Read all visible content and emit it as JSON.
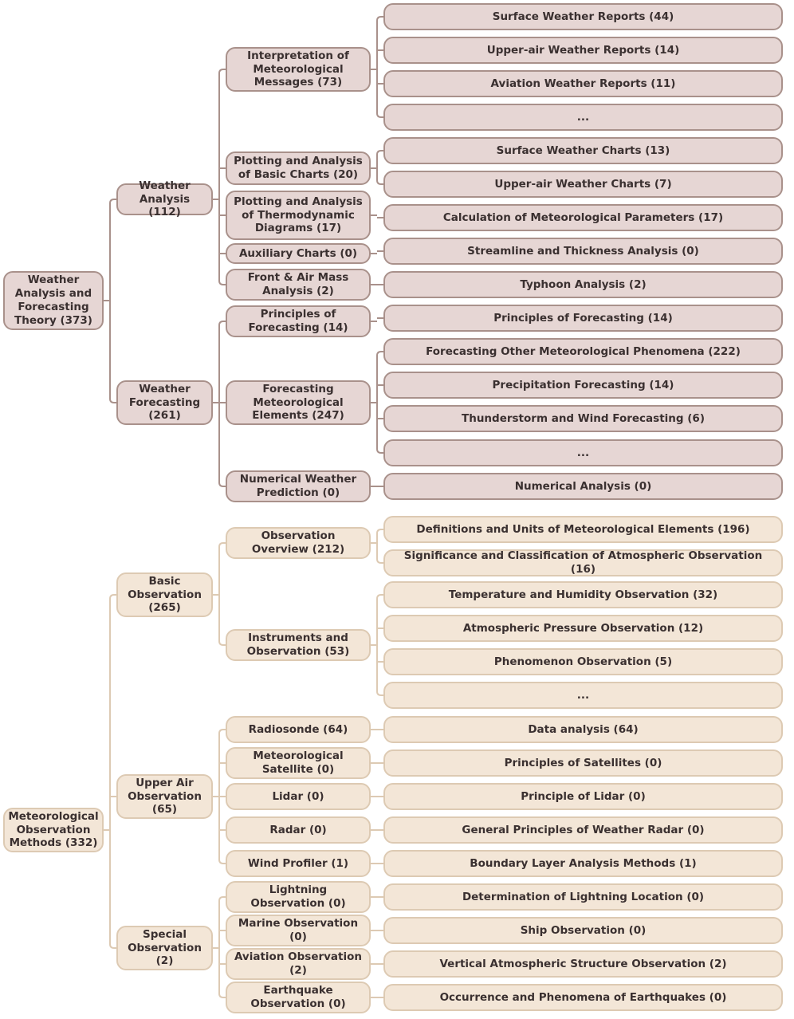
{
  "colors": {
    "analysis_fill": "#e6d6d4",
    "analysis_border": "#a9918b",
    "analysis_line": "#a9918b",
    "observation_fill": "#f3e6d7",
    "observation_border": "#ddcab3",
    "observation_line": "#ddcab3"
  },
  "labels": {
    "r1": "Weather Analysis and Forecasting Theory (373)",
    "r1c1": "Weather Analysis (112)",
    "r1c1a": "Interpretation of Meteorological Messages (73)",
    "r1c1a1": "Surface Weather Reports (44)",
    "r1c1a2": "Upper-air Weather Reports (14)",
    "r1c1a3": "Aviation Weather Reports (11)",
    "r1c1a4": "...",
    "r1c1b": "Plotting and Analysis of Basic Charts (20)",
    "r1c1b1": "Surface Weather Charts (13)",
    "r1c1b2": "Upper-air Weather Charts (7)",
    "r1c1c": "Plotting and Analysis of Thermodynamic Diagrams (17)",
    "r1c1c1": "Calculation of Meteorological Parameters (17)",
    "r1c1d": "Auxiliary Charts (0)",
    "r1c1d1": "Streamline and Thickness Analysis (0)",
    "r1c1e": "Front & Air Mass Analysis (2)",
    "r1c1e1": "Typhoon Analysis (2)",
    "r1c2": "Weather Forecasting (261)",
    "r1c2a": "Principles of Forecasting (14)",
    "r1c2a1": "Principles of Forecasting (14)",
    "r1c2b": "Forecasting Meteorological Elements (247)",
    "r1c2b1": "Forecasting Other Meteorological Phenomena (222)",
    "r1c2b2": "Precipitation Forecasting (14)",
    "r1c2b3": "Thunderstorm and Wind Forecasting (6)",
    "r1c2b4": "...",
    "r1c2c": "Numerical Weather Prediction (0)",
    "r1c2c1": "Numerical Analysis (0)",
    "r2": "Meteorological Observation Methods (332)",
    "r2c1": "Basic Observation (265)",
    "r2c1a": "Observation Overview (212)",
    "r2c1a1": "Definitions and Units of Meteorological Elements (196)",
    "r2c1a2": "Significance and Classification of Atmospheric Observation (16)",
    "r2c1b": "Instruments and Observation (53)",
    "r2c1b1": "Temperature and Humidity Observation (32)",
    "r2c1b2": "Atmospheric Pressure Observation (12)",
    "r2c1b3": "Phenomenon Observation (5)",
    "r2c1b4": "...",
    "r2c2": "Upper Air Observation (65)",
    "r2c2a": "Radiosonde (64)",
    "r2c2a1": "Data analysis (64)",
    "r2c2b": "Meteorological Satellite (0)",
    "r2c2b1": "Principles of Satellites (0)",
    "r2c2c": "Lidar (0)",
    "r2c2c1": "Principle of Lidar (0)",
    "r2c2d": "Radar (0)",
    "r2c2d1": "General Principles of Weather Radar (0)",
    "r2c2e": "Wind Profiler (1)",
    "r2c2e1": "Boundary Layer Analysis Methods (1)",
    "r2c3": "Special Observation (2)",
    "r2c3a": "Lightning Observation (0)",
    "r2c3a1": "Determination of Lightning Location (0)",
    "r2c3b": "Marine Observation (0)",
    "r2c3b1": "Ship Observation (0)",
    "r2c3c": "Aviation Observation (2)",
    "r2c3c1": "Vertical Atmospheric Structure Observation (2)",
    "r2c3d": "Earthquake Observation (0)",
    "r2c3d1": "Occurrence and Phenomena of Earthquakes (0)"
  }
}
